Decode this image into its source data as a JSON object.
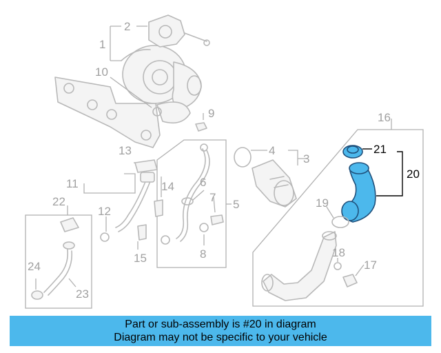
{
  "diagram": {
    "callouts": {
      "c1": "1",
      "c2": "2",
      "c3": "3",
      "c4": "4",
      "c5": "5",
      "c6": "6",
      "c7": "7",
      "c8": "8",
      "c9": "9",
      "c10": "10",
      "c11": "11",
      "c12": "12",
      "c13": "13",
      "c14": "14",
      "c15": "15",
      "c16": "16",
      "c17": "17",
      "c18": "18",
      "c19": "19",
      "c20": "20",
      "c21": "21",
      "c22": "22",
      "c23": "23",
      "c24": "24"
    },
    "highlight_color": "#4cb8ec",
    "highlighted_parts": [
      "20",
      "21"
    ]
  },
  "banner": {
    "line1": "Part or sub-assembly is #20 in diagram",
    "line2": "Diagram may not be specific to your vehicle",
    "color": "#4cb8ec"
  }
}
